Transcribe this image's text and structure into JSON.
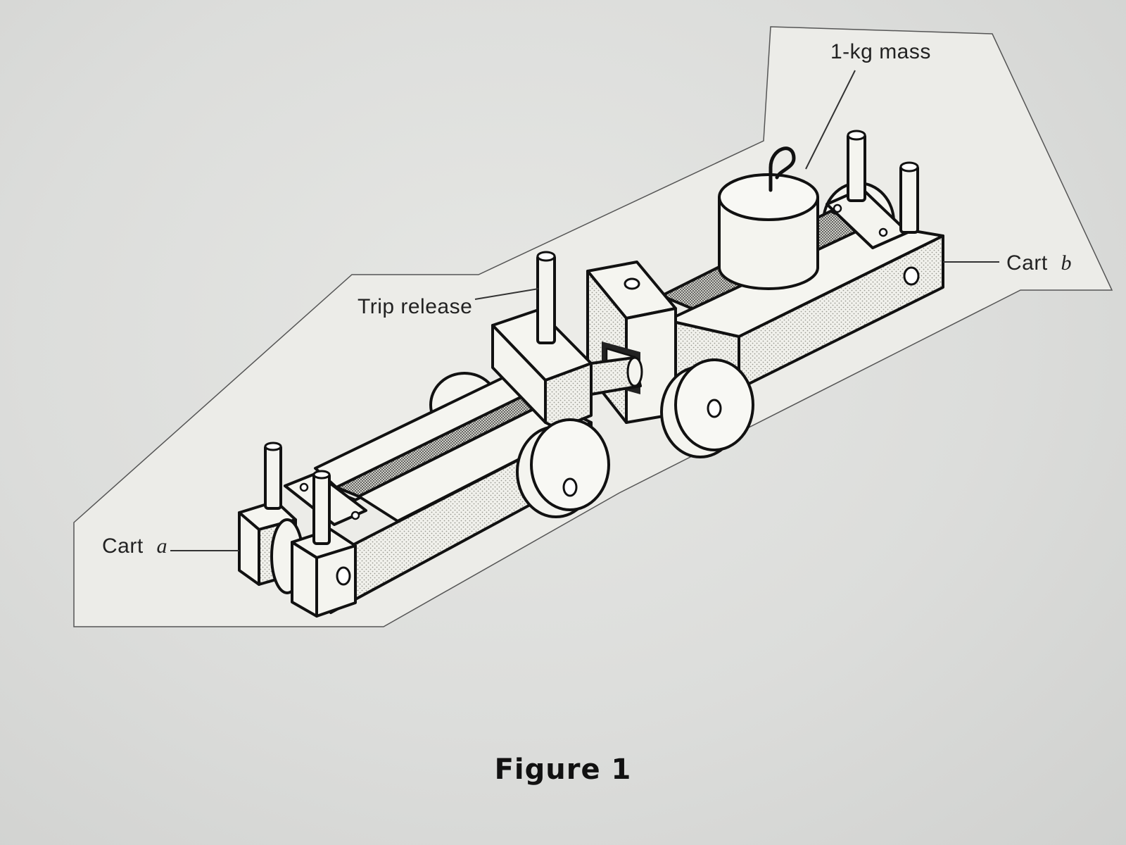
{
  "figure": {
    "caption": "Figure 1",
    "labels": {
      "cart_a_prefix": "Cart",
      "cart_a_var": "a",
      "cart_b_prefix": "Cart",
      "cart_b_var": "b",
      "trip_release": "Trip release",
      "mass": "1-kg mass"
    }
  },
  "colors": {
    "line": "#111111",
    "paper": "#e4e5e2",
    "fill": "#f4f4ef",
    "shade": "#bdbdb6"
  }
}
